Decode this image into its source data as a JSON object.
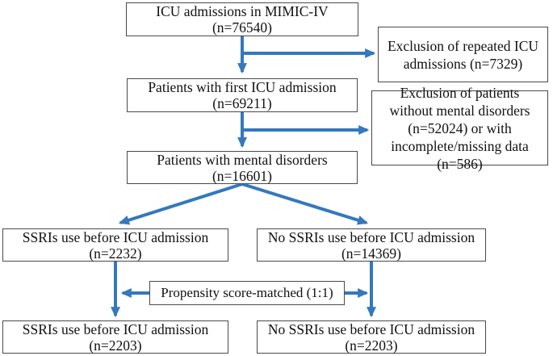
{
  "diagram": {
    "type": "flowchart",
    "colors": {
      "arrow": "#3478be",
      "box_border": "#4a4a4a",
      "box_fill": "#ffffff",
      "text": "#111111",
      "background": "#ffffff"
    },
    "nodes": {
      "icu_admissions": {
        "line1": "ICU admissions in MIMIC-IV",
        "line2": "(n=76540)"
      },
      "exclusion_repeated": {
        "text": "Exclusion of repeated ICU admissions (n=7329)"
      },
      "first_icu": {
        "line1": "Patients with first ICU admission",
        "line2": "(n=69211)"
      },
      "exclusion_mental": {
        "text": "Exclusion of patients without mental disorders (n=52024) or with incomplete/missing data (n=586)"
      },
      "mental_disorders": {
        "line1": "Patients with mental disorders",
        "line2": "(n=16601)"
      },
      "ssri_before": {
        "line1": "SSRIs use before ICU admission",
        "line2": "(n=2232)"
      },
      "no_ssri_before": {
        "line1": "No SSRIs use before ICU admission",
        "line2": "(n=14369)"
      },
      "propensity": {
        "label": "Propensity score-matched (1:1)"
      },
      "ssri_matched": {
        "line1": "SSRIs use before ICU admission",
        "line2": "(n=2203)"
      },
      "no_ssri_matched": {
        "line1": "No SSRIs use before ICU admission",
        "line2": "(n=2203)"
      }
    }
  }
}
